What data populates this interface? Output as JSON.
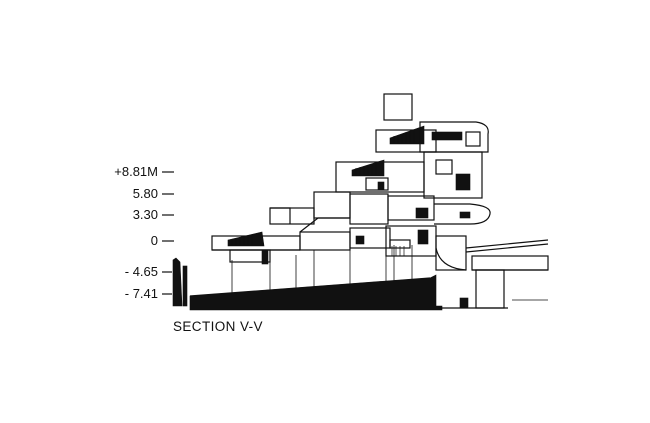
{
  "caption": "SECTION V-V",
  "levels": [
    {
      "id": "l1",
      "label": "+8.81M",
      "value": 8.81
    },
    {
      "id": "l2",
      "label": "5.80",
      "value": 5.8
    },
    {
      "id": "l3",
      "label": "3.30",
      "value": 3.3
    },
    {
      "id": "l4",
      "label": "0",
      "value": 0
    },
    {
      "id": "l5",
      "label": "- 4.65",
      "value": -4.65
    },
    {
      "id": "l6",
      "label": "- 7.41",
      "value": -7.41
    }
  ],
  "colors": {
    "ink": "#111111",
    "paper": "#ffffff"
  }
}
